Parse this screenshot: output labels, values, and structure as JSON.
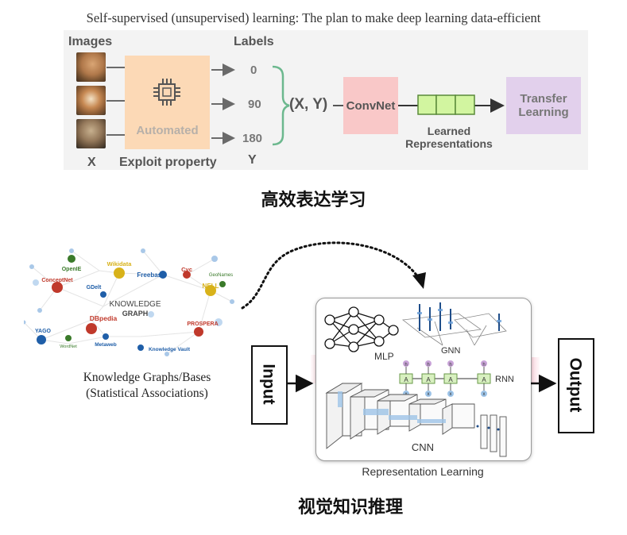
{
  "top_section": {
    "title": "Self-supervised (unsupervised) learning: The plan to make deep learning data-efficient",
    "images_header": "Images",
    "labels_header": "Labels",
    "x_label": "X",
    "y_label": "Y",
    "automated_label": "Automated",
    "exploit_label": "Exploit property",
    "label_values": [
      "0",
      "90",
      "180"
    ],
    "xy_label": "(X, Y)",
    "convnet_label": "ConvNet",
    "learned_line1": "Learned",
    "learned_line2": "Representations",
    "transfer_line1": "Transfer",
    "transfer_line2": "Learning",
    "caption": "高效表达学习"
  },
  "knowledge_graph": {
    "center_line1": "KNOWLEDGE",
    "center_line2": "GRAPH",
    "nodes": [
      {
        "label": "OpenIE",
        "color": "#3a7a2a"
      },
      {
        "label": "Wikidata",
        "color": "#d8b21a"
      },
      {
        "label": "Freebase",
        "color": "#1f5ea8"
      },
      {
        "label": "Cyc",
        "color": "#c0392b"
      },
      {
        "label": "GeoNames",
        "color": "#3a7a2a"
      },
      {
        "label": "ConceptNet",
        "color": "#c0392b"
      },
      {
        "label": "GDelt",
        "color": "#1f5ea8"
      },
      {
        "label": "NELL",
        "color": "#d8b21a"
      },
      {
        "label": "DBpedia",
        "color": "#c0392b"
      },
      {
        "label": "PROSPERA",
        "color": "#c0392b"
      },
      {
        "label": "YAGO",
        "color": "#1f5ea8"
      },
      {
        "label": "WordNet",
        "color": "#3a7a2a"
      },
      {
        "label": "Metaweb",
        "color": "#1f5ea8"
      },
      {
        "label": "Knowledge Vault",
        "color": "#1f5ea8"
      }
    ],
    "caption_line1": "Knowledge Graphs/Bases",
    "caption_line2": "(Statistical Associations)"
  },
  "representation_learning": {
    "input_label": "Input",
    "output_label": "Output",
    "mlp_label": "MLP",
    "gnn_label": "GNN",
    "rnn_label": "RNN",
    "cnn_label": "CNN",
    "rnn_cell_text": "A",
    "rnn_top_text": "h",
    "rnn_bottom_text": "x",
    "caption": "Representation Learning"
  },
  "bottom_caption": "视觉知识推理"
}
